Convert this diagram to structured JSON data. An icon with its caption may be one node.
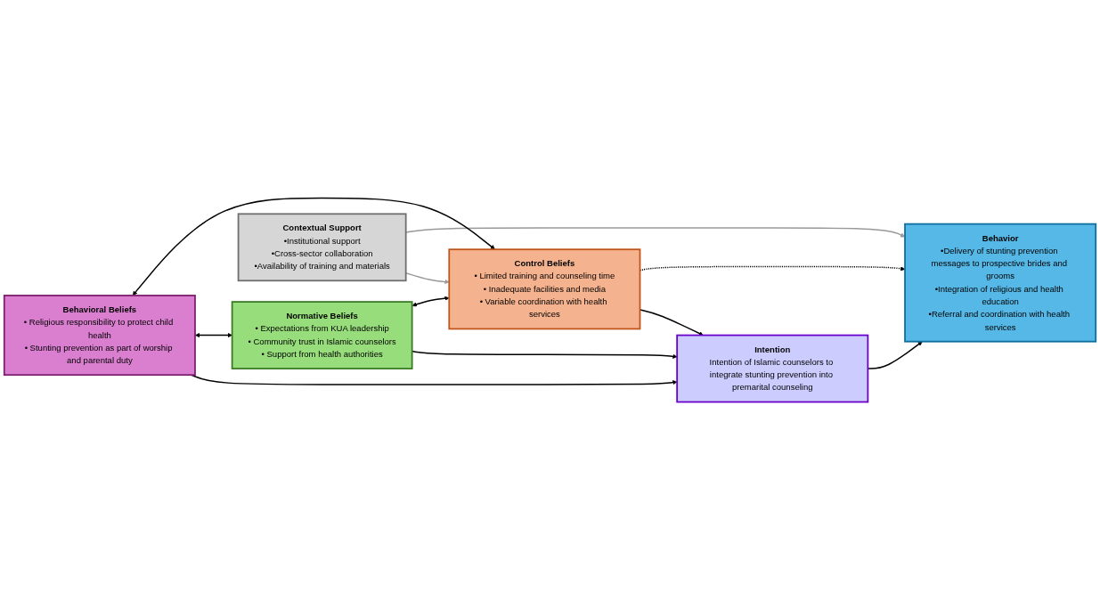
{
  "diagram": {
    "nodes": [
      {
        "text": [
          "Behavioral Beliefs",
          "• Religious responsibility to protect child health",
          "• Stunting prevention as part of worship and parental duty"
        ]
      },
      {
        "text": [
          "Normative Beliefs",
          "• Expectations from KUA leadership",
          "• Community trust in Islamic counselors",
          "• Support from health authorities"
        ]
      },
      {
        "text": [
          "Control Beliefs",
          "• Limited training and counseling time",
          "• Inadequate facilities and media",
          "• Variable coordination with health services"
        ]
      },
      {
        "text": [
          "Intention",
          "Intention of Islamic counselors to integrate stunting prevention into premarital counseling"
        ]
      },
      {
        "text": [
          "Behavior",
          "•Delivery of stunting prevention messages to prospective brides and grooms",
          "•Integration of religious and health education",
          "•Referral and coordination with health services"
        ]
      },
      {
        "text": [
          "Contextual Support",
          "•Institutional support",
          "•Cross-sector collaboration",
          "•Availability of training and materials"
        ]
      }
    ],
    "edges": [
      {
        "from": 0,
        "to": 3,
        "arrow": "to"
      },
      {
        "from": 1,
        "to": 3,
        "arrow": "to"
      },
      {
        "from": 2,
        "to": 3,
        "arrow": "to"
      },
      {
        "from": 3,
        "to": 4,
        "arrow": "to"
      },
      {
        "from": 2,
        "to": 4,
        "arrow": "to",
        "style": "dashed"
      },
      {
        "from": 5,
        "to": 2,
        "arrow": "to",
        "color": "#999999"
      },
      {
        "from": 5,
        "to": 4,
        "arrow": "to",
        "color": "#999999"
      },
      {
        "from": 0,
        "to": 1,
        "arrow": "both"
      },
      {
        "from": 1,
        "to": 2,
        "arrow": "both"
      },
      {
        "from": 0,
        "to": 2,
        "arrow": "both"
      }
    ]
  }
}
